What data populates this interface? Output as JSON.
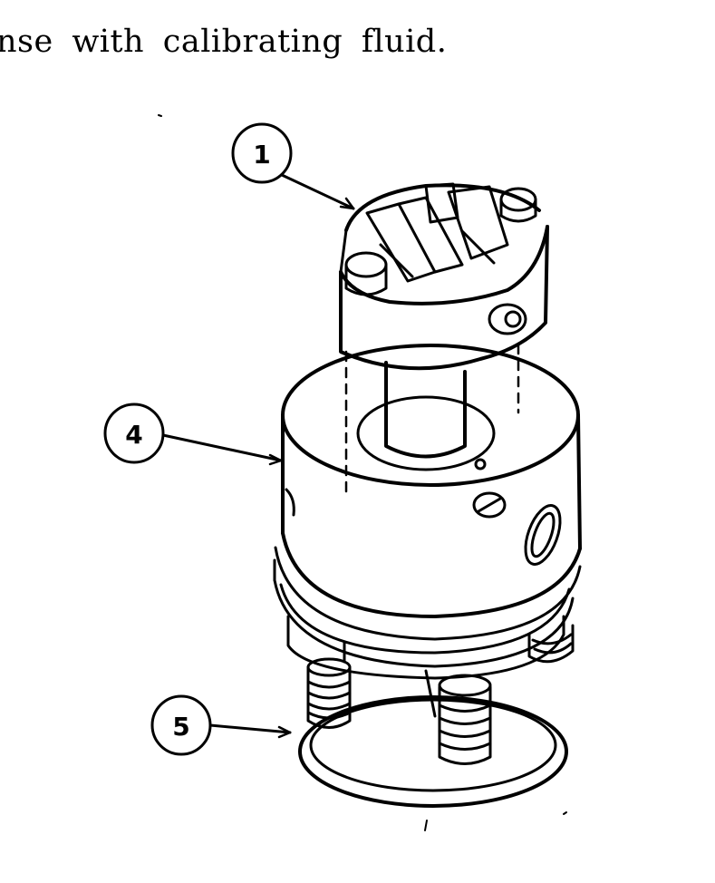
{
  "caption": {
    "text": "nse with calibrating fluid."
  },
  "figure": {
    "callouts": [
      {
        "id": "callout-1",
        "label": "1"
      },
      {
        "id": "callout-4",
        "label": "4"
      },
      {
        "id": "callout-5",
        "label": "5"
      }
    ]
  }
}
